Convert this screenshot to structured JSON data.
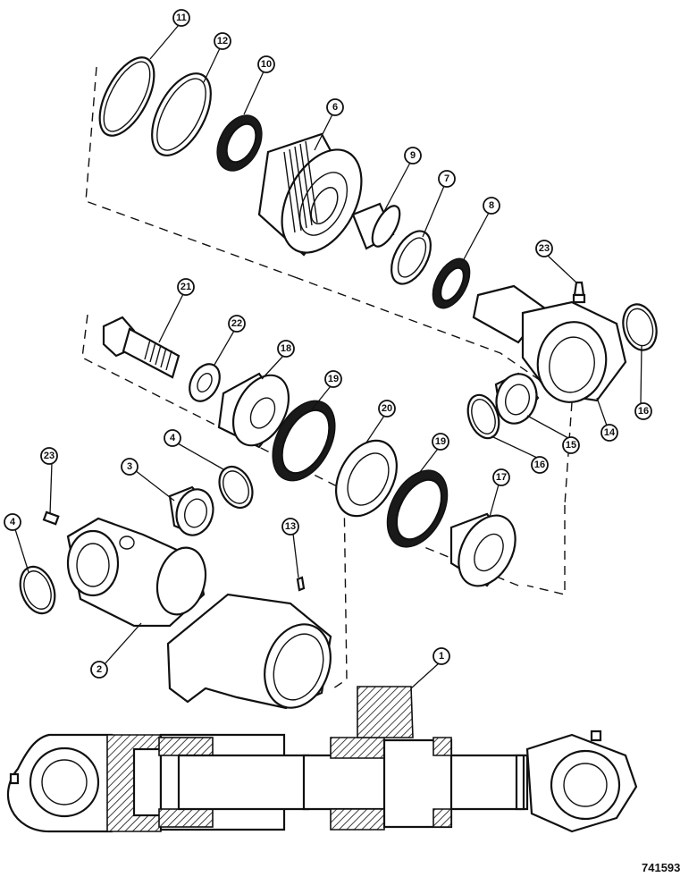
{
  "callouts": [
    "11",
    "12",
    "10",
    "6",
    "9",
    "7",
    "8",
    "23",
    "21",
    "22",
    "18",
    "19",
    "20",
    "19",
    "17",
    "14",
    "15",
    "16",
    "16",
    "4",
    "3",
    "23",
    "4",
    "2",
    "13",
    "1"
  ],
  "reference_number": "741593"
}
